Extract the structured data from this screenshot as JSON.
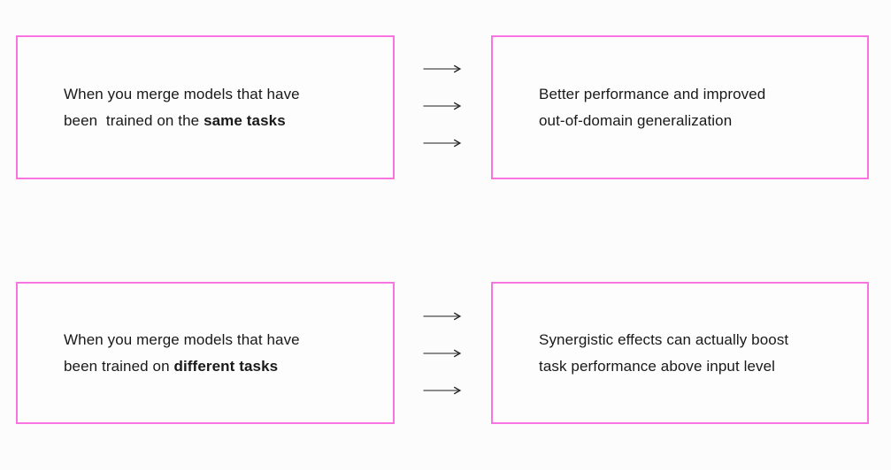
{
  "diagram": {
    "background_color": "#fcfcfc",
    "box_border_color": "#f973e1",
    "text_color": "#191919",
    "arrow_shaft_color": "#666666",
    "arrow_head_color": "#222222",
    "arrows_per_group": 3,
    "arrow_icon": "long-right-arrow"
  },
  "boxes": [
    {
      "id": "merge-same-tasks",
      "lines": [
        {
          "segments": [
            {
              "text": "When you merge models that have",
              "bold": false
            }
          ]
        },
        {
          "segments": [
            {
              "text": "been  trained on the ",
              "bold": false
            },
            {
              "text": "same tasks",
              "bold": true
            }
          ]
        }
      ]
    },
    {
      "id": "better-performance",
      "lines": [
        {
          "segments": [
            {
              "text": "Better performance and improved",
              "bold": false
            }
          ]
        },
        {
          "segments": [
            {
              "text": "out-of-domain generalization",
              "bold": false
            }
          ]
        }
      ]
    },
    {
      "id": "merge-different-tasks",
      "lines": [
        {
          "segments": [
            {
              "text": "When you merge models that have",
              "bold": false
            }
          ]
        },
        {
          "segments": [
            {
              "text": "been trained on ",
              "bold": false
            },
            {
              "text": "different tasks",
              "bold": true
            }
          ]
        }
      ]
    },
    {
      "id": "synergistic-effects",
      "lines": [
        {
          "segments": [
            {
              "text": "Synergistic effects can actually boost",
              "bold": false
            }
          ]
        },
        {
          "segments": [
            {
              "text": "task performance above input level",
              "bold": false
            }
          ]
        }
      ]
    }
  ]
}
